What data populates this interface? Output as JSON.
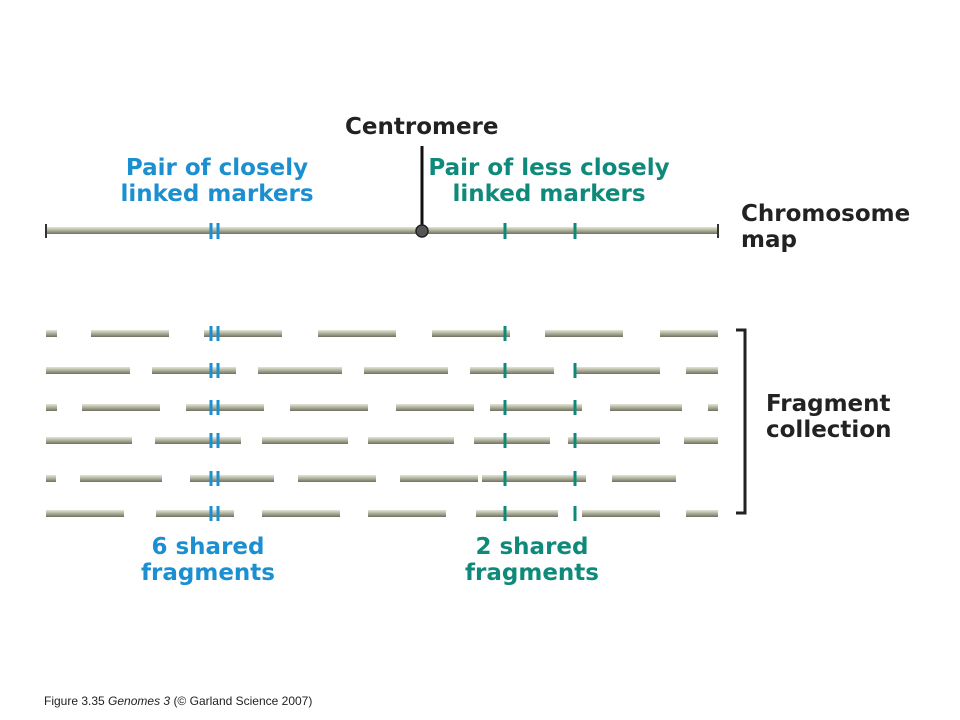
{
  "labels": {
    "centromere": "Centromere",
    "closely_linked": [
      "Pair of closely",
      "linked markers"
    ],
    "less_closely_linked": [
      "Pair of less closely",
      "linked markers"
    ],
    "chromosome_map": [
      "Chromosome",
      "map"
    ],
    "fragment_collection": [
      "Fragment",
      "collection"
    ],
    "six_shared": [
      "6 shared",
      "fragments"
    ],
    "two_shared": [
      "2 shared",
      "fragments"
    ]
  },
  "caption": {
    "figure": "Figure 3.35",
    "book": "Genomes 3",
    "credit": "(© Garland Science 2007)"
  },
  "colors": {
    "closely_linked_markers": "#1b8fd0",
    "less_closely_linked_markers": "#0f8a7a",
    "chromosome": "#a7a894"
  }
}
